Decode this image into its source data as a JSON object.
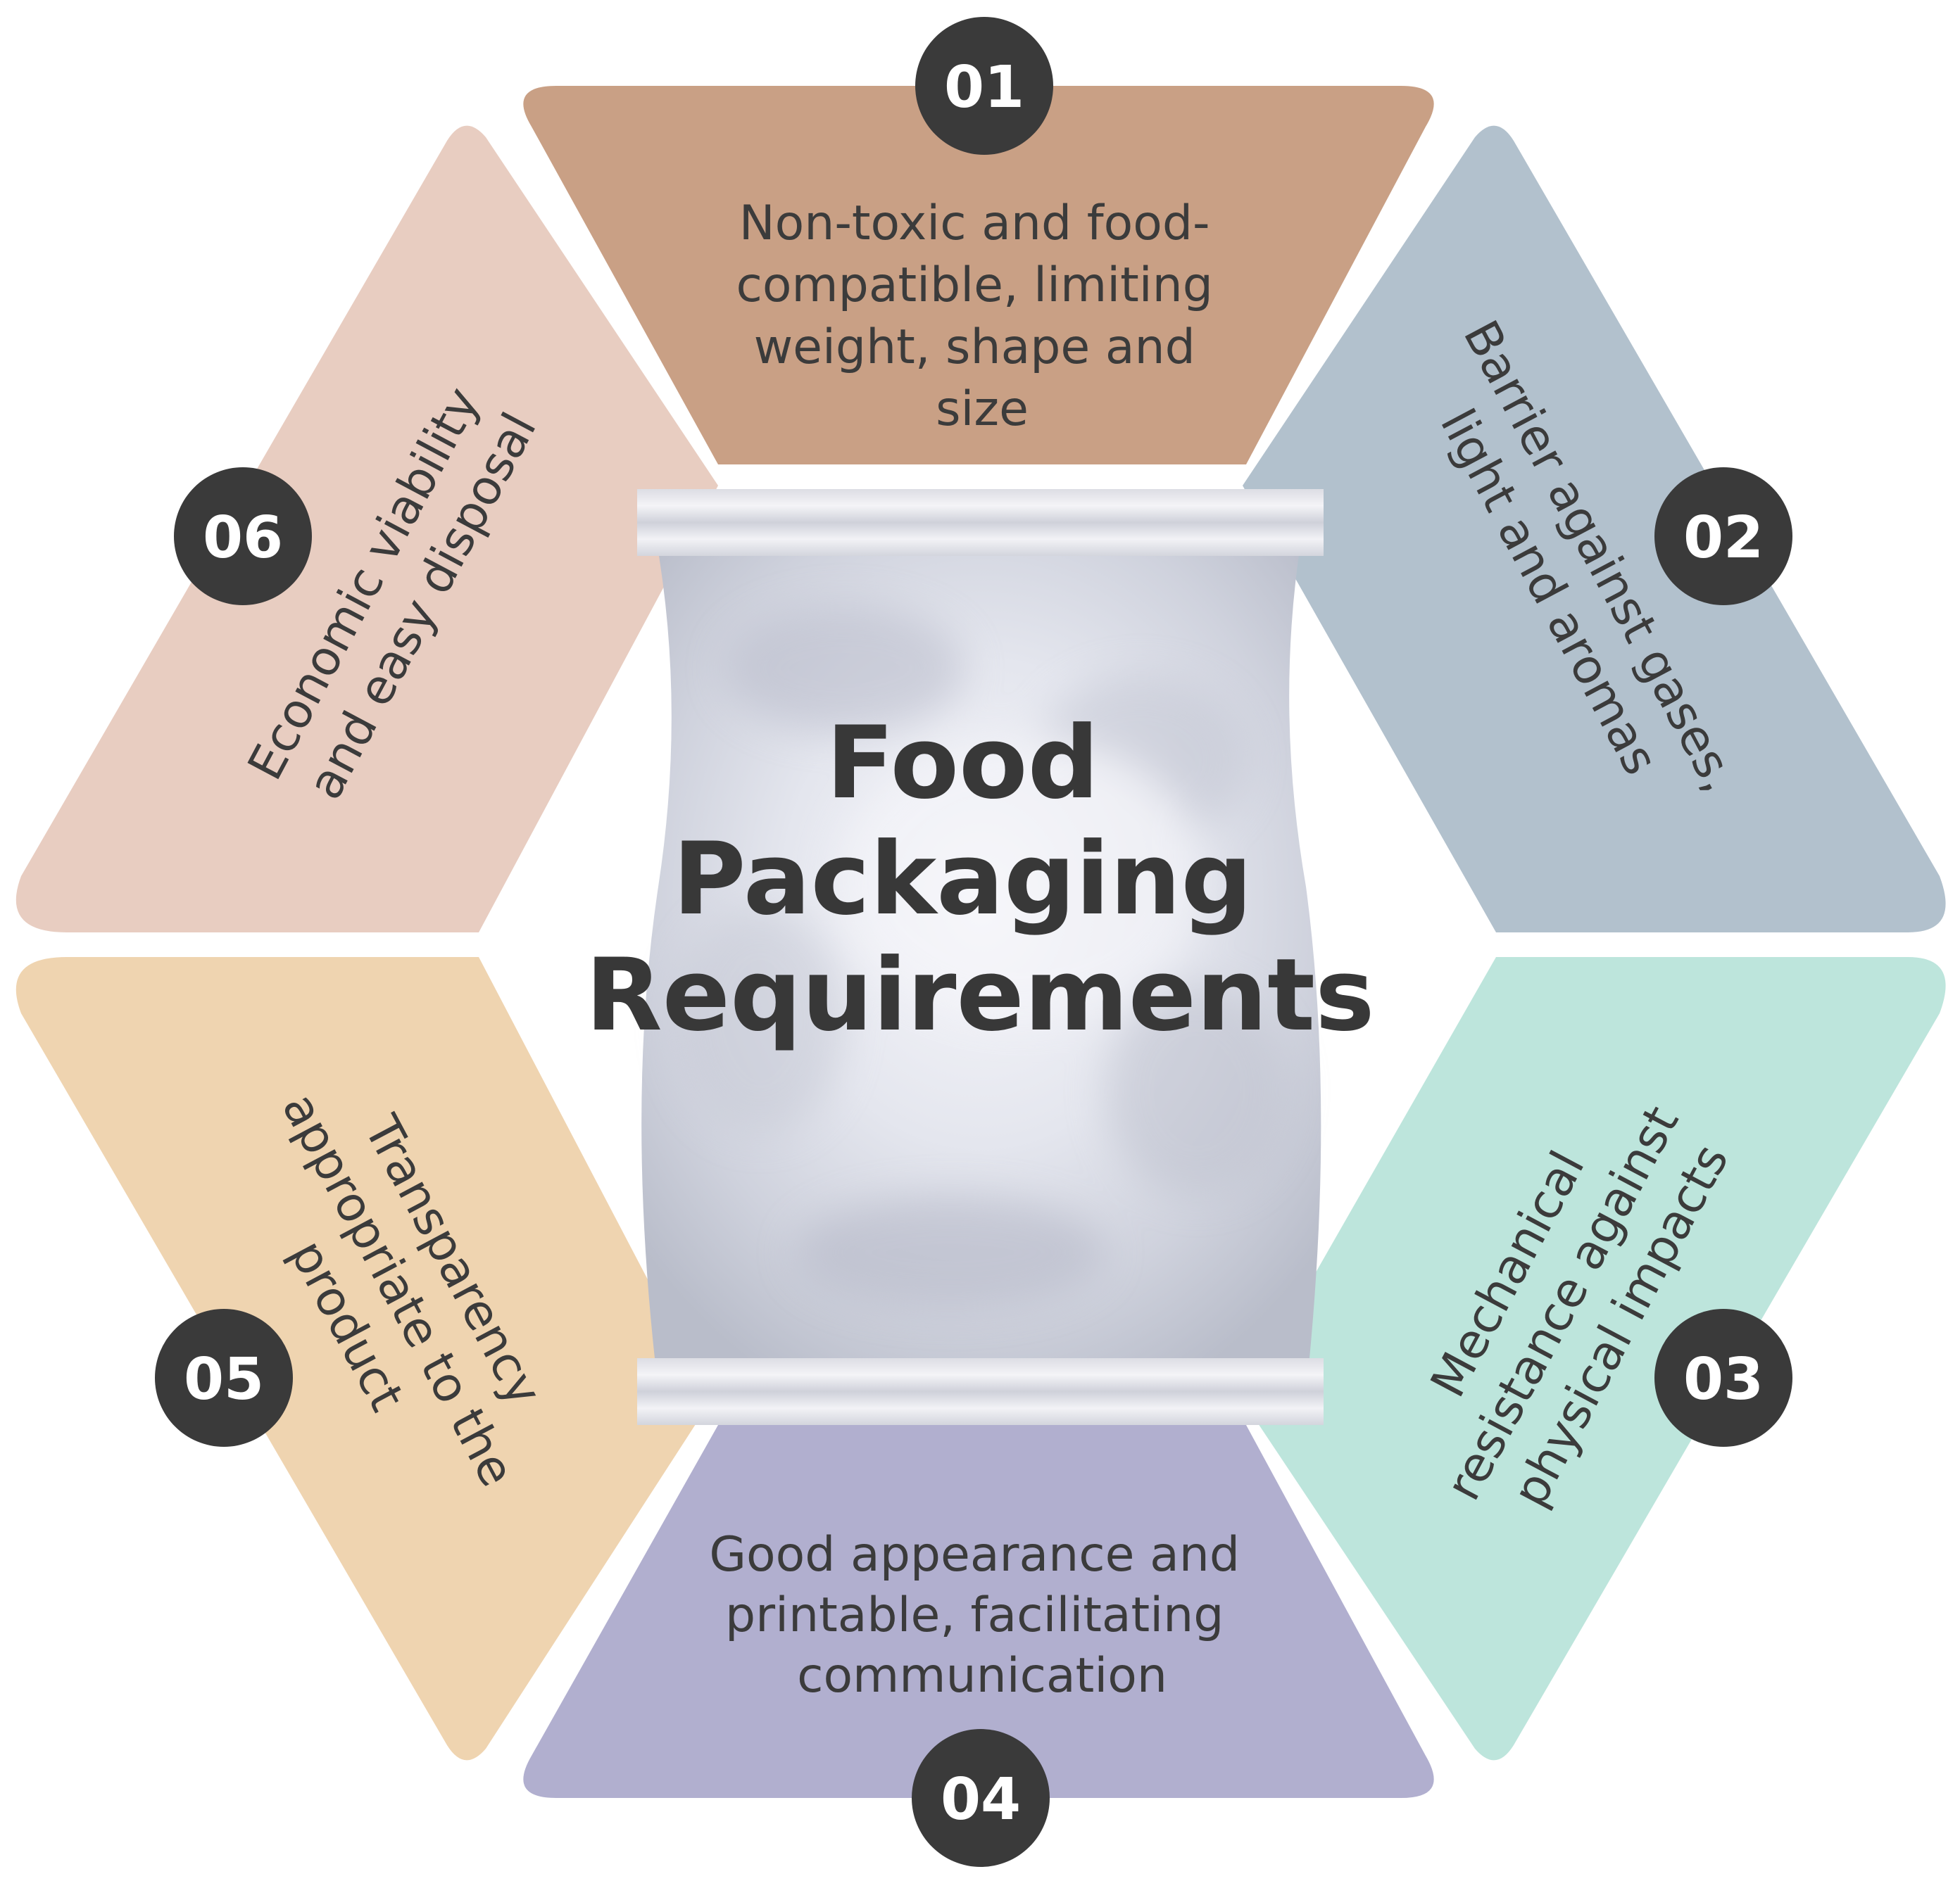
{
  "title": [
    "Food",
    "Packaging",
    "Requirements"
  ],
  "colors": {
    "segment_01": "#c9a085",
    "segment_02": "#b2c1cd",
    "segment_03": "#bde5dc",
    "segment_04": "#b1afcf",
    "segment_05": "#efd4b0",
    "segment_06": "#e8cdc1",
    "badge": "#3a3a3a",
    "text": "#3b3b3b"
  },
  "requirements": [
    {
      "number": "01",
      "lines": [
        "Non-toxic and food-",
        "compatible, limiting",
        "weight, shape and",
        "size"
      ]
    },
    {
      "number": "02",
      "lines": [
        "Barrier against gases,",
        "light and aromas"
      ]
    },
    {
      "number": "03",
      "lines": [
        "Mechanical",
        "resistance against",
        "physical impacts"
      ]
    },
    {
      "number": "04",
      "lines": [
        "Good appearance and",
        "printable, facilitating",
        "communication"
      ]
    },
    {
      "number": "05",
      "lines": [
        "Transparency",
        "appropriate to the",
        "product"
      ]
    },
    {
      "number": "06",
      "lines": [
        "Economic viability",
        "and easy disposal"
      ]
    }
  ],
  "center_image": "food-packaging-pouch-icon"
}
